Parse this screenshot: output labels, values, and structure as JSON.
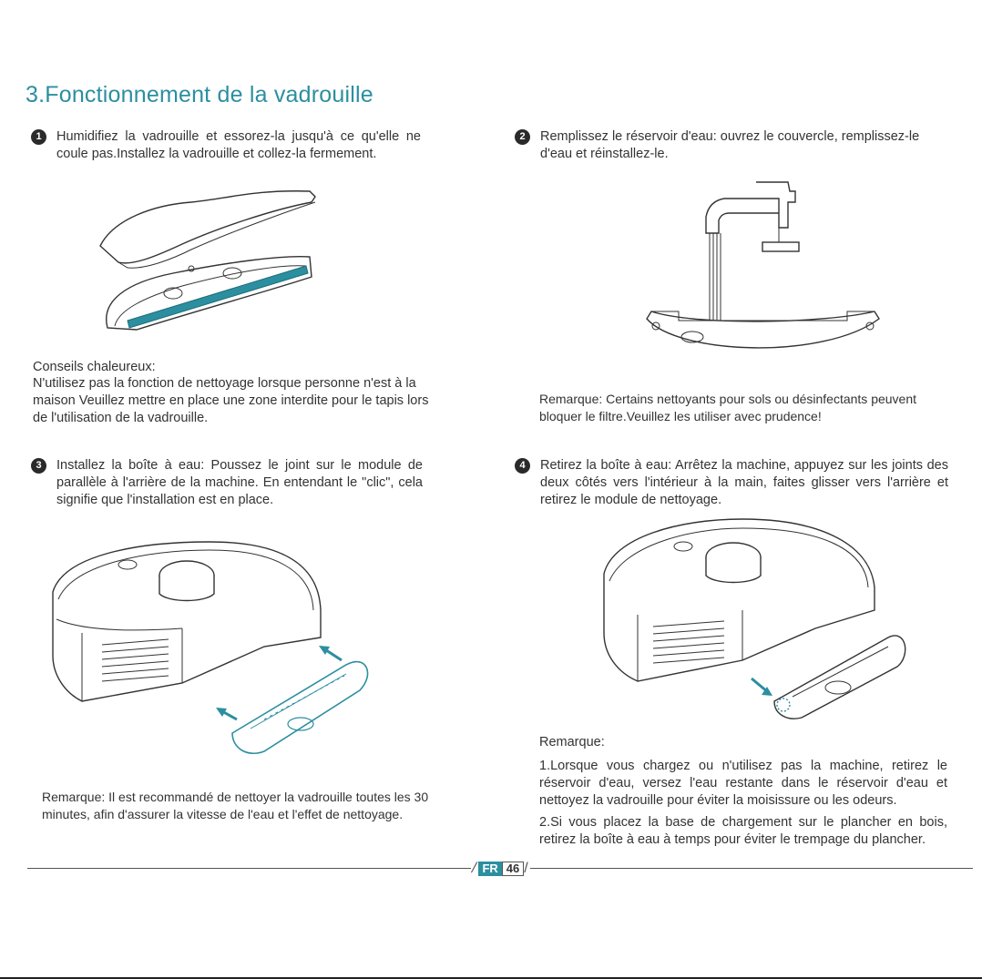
{
  "section_title": "3.Fonctionnement de la vadrouille",
  "steps": [
    {
      "number": "1",
      "text": "Humidifiez la vadrouille et essorez-la jusqu'à ce qu'elle ne coule pas.Installez la vadrouille et collez-la fermement."
    },
    {
      "number": "2",
      "text": "Remplissez le réservoir d'eau: ouvrez le couvercle, remplissez-le d'eau et réinstallez-le."
    },
    {
      "number": "3",
      "text": "Installez la boîte à eau: Poussez le joint sur le module de parallèle à l'arrière de la machine. En entendant le \"clic\", cela signifie que l'installation est en place."
    },
    {
      "number": "4",
      "text": "Retirez la boîte à eau: Arrêtez la machine, appuyez sur les joints des deux côtés vers l'intérieur à la main, faites glisser vers l'arrière et retirez le module de nettoyage."
    }
  ],
  "tips": {
    "heading": "Conseils chaleureux:",
    "body": "N'utilisez pas la fonction de nettoyage lorsque personne n'est à la maison  Veuillez mettre en place une zone interdite pour le tapis lors de l'utilisation de la vadrouille."
  },
  "note_filter": "Remarque: Certains nettoyants pour sols ou désinfectants peuvent bloquer le filtre.Veuillez les utiliser avec prudence!",
  "note_clean": "Remarque: Il est recommandé de nettoyer la vadrouille toutes les 30 minutes, afin d'assurer la vitesse de l'eau et l'effet de nettoyage.",
  "remarks": {
    "heading": "Remarque:",
    "items": [
      "1.Lorsque vous chargez ou n'utilisez pas la machine, retirez le réservoir d'eau, versez l'eau restante dans le réservoir d'eau et nettoyez la vadrouille pour éviter la moisissure ou les odeurs.",
      "2.Si vous placez la base de chargement sur le plancher en bois, retirez la boîte à eau à temps pour éviter le trempage du plancher."
    ]
  },
  "footer": {
    "lang": "FR",
    "page": "46"
  },
  "colors": {
    "accent": "#2b8fa0",
    "badge_bg": "#2b8fa0",
    "text": "#333333"
  }
}
